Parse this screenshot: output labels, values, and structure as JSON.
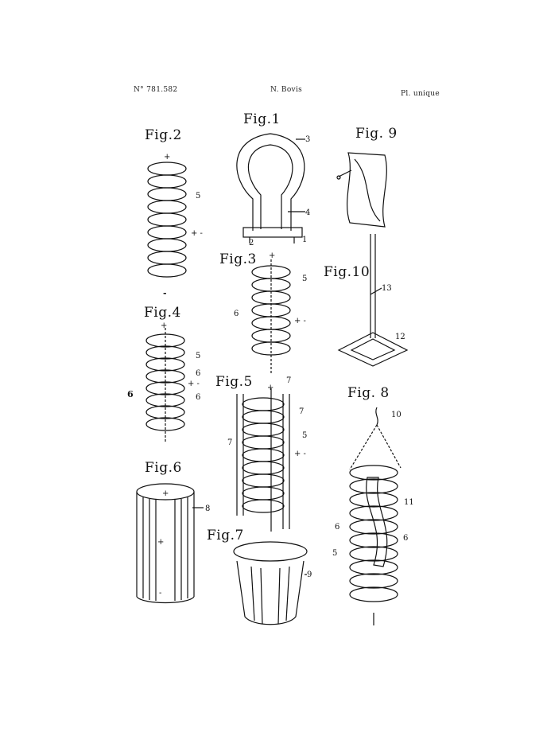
{
  "header": {
    "patent_number": "N° 781.582",
    "author": "N. Bovis",
    "plate": "Pl. unique"
  },
  "figures": {
    "fig1": "Fig.1",
    "fig2": "Fig.2",
    "fig3": "Fig.3",
    "fig4": "Fig.4",
    "fig5": "Fig.5",
    "fig6": "Fig.6",
    "fig7": "Fig.7",
    "fig8": "Fig. 8",
    "fig9": "Fig. 9",
    "fig10": "Fig.10"
  },
  "labels": {
    "f1_3": "3",
    "f1_4": "4",
    "f1_2": "2",
    "f1_1": "1",
    "f2_5": "5",
    "f2_plus": "+",
    "f2_pm": "+ -",
    "f2_minus": "-",
    "f3_5": "5",
    "f3_6": "6",
    "f3_plus": "+",
    "f3_pm": "+ -",
    "f4_5": "5",
    "f4_6a": "6",
    "f4_6b": "6",
    "f4_6c": "6",
    "f4_plus": "+",
    "f4_pm": "+ -",
    "f5_7a": "7",
    "f5_7b": "7",
    "f5_7c": "7",
    "f5_5": "5",
    "f5_plus": "+",
    "f5_pm": "+ -",
    "f6_8": "8",
    "f6_plus": "+",
    "f6_plus2": "+",
    "f6_minus": "-",
    "f7_9": "9",
    "f8_10": "10",
    "f8_11": "11",
    "f8_6a": "6",
    "f8_6b": "6",
    "f8_5": "5",
    "f10_13": "13",
    "f10_12": "12"
  }
}
